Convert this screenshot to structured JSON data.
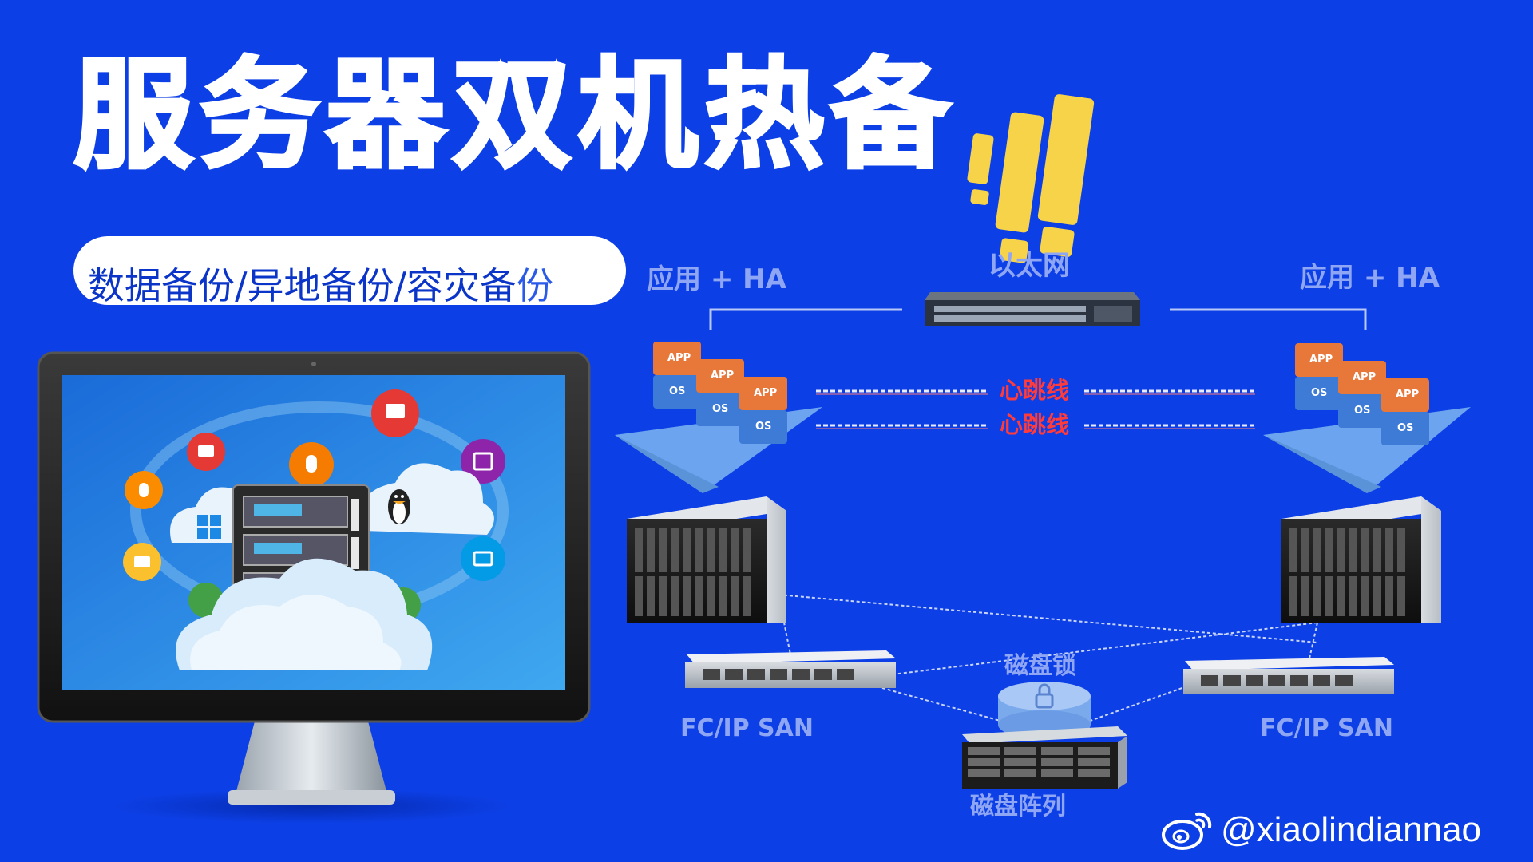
{
  "title": "服务器双机热备",
  "subtitle": "数据备份/异地备份/容灾备",
  "subtitle_overflow": "份",
  "diagram": {
    "app_ha_left": "应用 + HA",
    "app_ha_right": "应用 + HA",
    "ethernet": "以太网",
    "heartbeat_1": "心跳线",
    "heartbeat_2": "心跳线",
    "disk_lock": "磁盘锁",
    "fc_san_left": "FC/IP  SAN",
    "fc_san_right": "FC/IP  SAN",
    "disk_array": "磁盘阵列",
    "app_label": "APP",
    "os_label": "OS"
  },
  "watermark": "@xiaolindiannao",
  "colors": {
    "background": "#0c3fe6",
    "label_muted": "#8fa6f5",
    "heartbeat_red": "#ff3b3b",
    "app_orange": "#e8773a",
    "os_blue": "#3e7bd6",
    "exclamation_yellow": "#f7d34a"
  },
  "icons": [
    "exclamation-icon",
    "weibo-icon",
    "windows-icon",
    "linux-penguin-icon",
    "cloud-icon",
    "server-icon",
    "network-switch-icon",
    "disk-array-icon",
    "fc-switch-icon",
    "monitor-icon"
  ]
}
